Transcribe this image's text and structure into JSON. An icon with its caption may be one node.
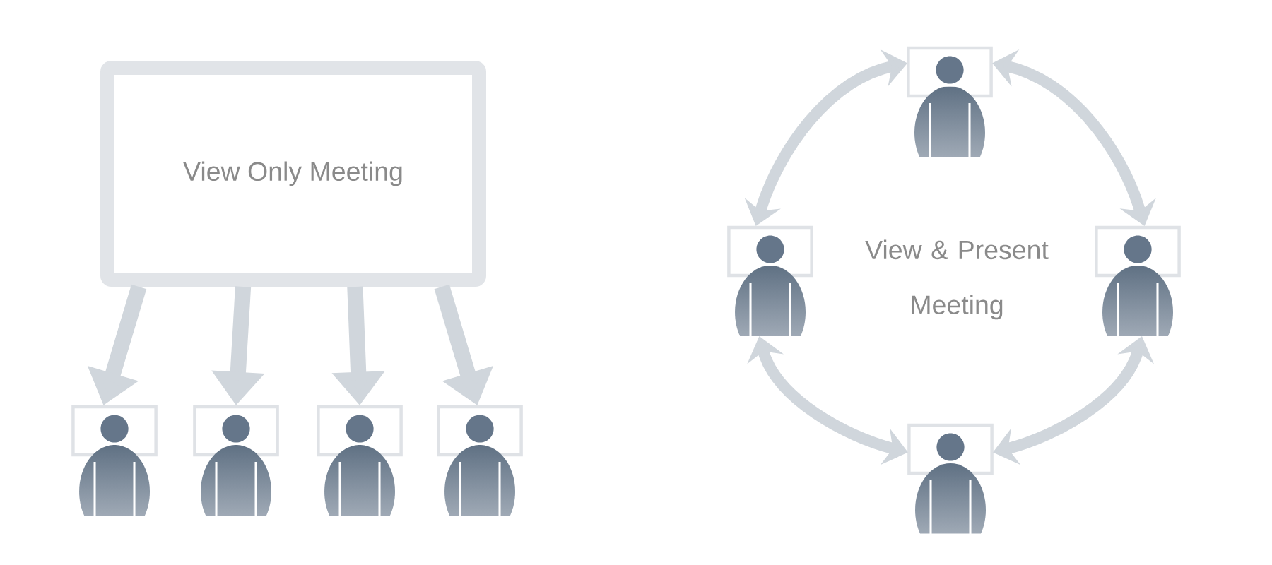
{
  "diagram": {
    "nodes": [
      {
        "text": [
          "View Only Meeting"
        ]
      },
      {
        "text": [],
        "shape": "person"
      },
      {
        "text": [],
        "shape": "person"
      },
      {
        "text": [],
        "shape": "person"
      },
      {
        "text": [],
        "shape": "person"
      },
      {
        "text": [],
        "shape": "person"
      },
      {
        "text": [],
        "shape": "person"
      },
      {
        "text": [],
        "shape": "person"
      },
      {
        "text": [],
        "shape": "person"
      }
    ],
    "edges": [
      {
        "from": 0,
        "to": 1,
        "arrow": "to"
      },
      {
        "from": 0,
        "to": 2,
        "arrow": "to"
      },
      {
        "from": 0,
        "to": 3,
        "arrow": "to"
      },
      {
        "from": 0,
        "to": 4,
        "arrow": "to"
      },
      {
        "from": 5,
        "to": 6,
        "arrow": "both"
      },
      {
        "from": 5,
        "to": 7,
        "arrow": "both"
      },
      {
        "from": 6,
        "to": 8,
        "arrow": "both"
      },
      {
        "from": 7,
        "to": 8,
        "arrow": "both"
      }
    ],
    "labels": [
      "View & Present Meeting"
    ]
  }
}
